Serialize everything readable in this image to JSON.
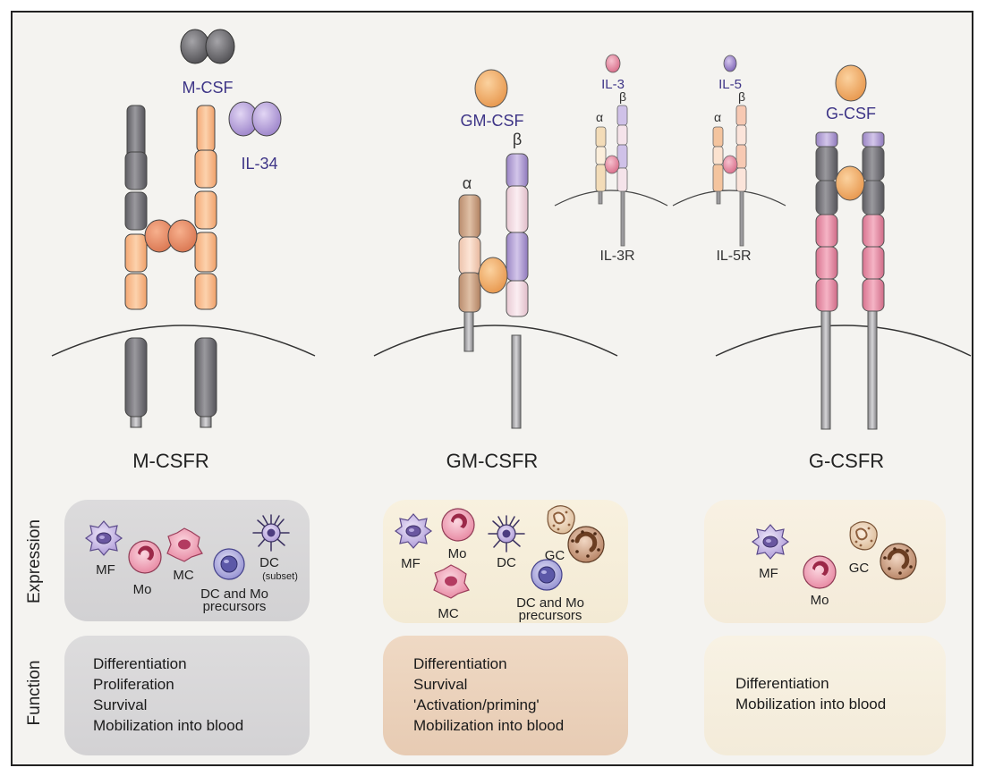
{
  "ligands": {
    "mcsf": "M-CSF",
    "il34": "IL-34",
    "gmcsf": "GM-CSF",
    "il3": "IL-3",
    "il5": "IL-5",
    "gcsf": "G-CSF"
  },
  "subunits": {
    "alpha": "α",
    "beta": "β"
  },
  "receptors": {
    "mcsfr": "M-CSFR",
    "gmcsfr": "GM-CSFR",
    "gcsfr": "G-CSFR",
    "il3r": "IL-3R",
    "il5r": "IL-5R"
  },
  "row_labels": {
    "expression": "Expression",
    "function": "Function"
  },
  "expression": {
    "mcsfr": {
      "mf": "MF",
      "mo": "Mo",
      "mc": "MC",
      "dc": "DC",
      "subset": "(subset)",
      "precursors_1": "DC and Mo",
      "precursors_2": "precursors"
    },
    "gmcsfr": {
      "mf": "MF",
      "mo": "Mo",
      "dc": "DC",
      "gc": "GC",
      "mc": "MC",
      "precursors_1": "DC and Mo",
      "precursors_2": "precursors"
    },
    "gcsfr": {
      "mf": "MF",
      "mo": "Mo",
      "gc": "GC"
    }
  },
  "function": {
    "mcsfr": [
      "Differentiation",
      "Proliferation",
      "Survival",
      "Mobilization into blood"
    ],
    "gmcsfr": [
      "Differentiation",
      "Survival",
      "'Activation/priming'",
      "Mobilization into blood"
    ],
    "gcsfr": [
      "Differentiation",
      "Mobilization into blood"
    ]
  },
  "colors": {
    "grey_domain": "#7d7c80",
    "orange_domain": "#f7b98a",
    "purple_domain": "#b7a2d6",
    "pink_domain": "#e4879f",
    "tan_domain": "#c79d80",
    "ligand_orange": "#f0a35b",
    "ligand_grey": "#666666",
    "ligand_purple": "#b39ddb",
    "label_purple": "#4b3b8f",
    "panel_grey": "#dddcdd",
    "panel_cream": "#f7efdc",
    "panel_tan": "#ecd5c0"
  }
}
